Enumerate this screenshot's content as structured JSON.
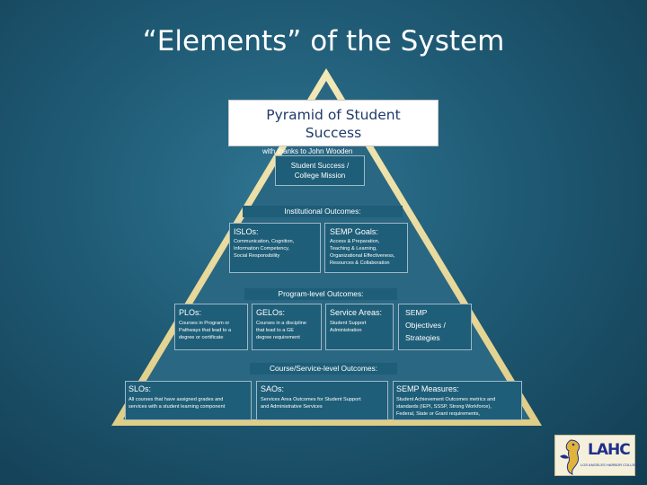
{
  "slide_title": "“Elements” of the System",
  "title_card": {
    "line1": "Pyramid of Student",
    "line2": "Success",
    "credit": "with thanks to John Wooden"
  },
  "apex": {
    "line1": "Student Success /",
    "line2": "College Mission"
  },
  "institutional": {
    "header": "Institutional Outcomes:",
    "islos": {
      "title": "ISLOs:",
      "lines": [
        "Communication, Cognition,",
        "Information Competency,",
        "Social Responsibility"
      ]
    },
    "semp_goals": {
      "title": "SEMP Goals:",
      "lines": [
        "Access & Preparation,",
        "Teaching & Learning,",
        "Organizational Effectiveness,",
        "Resources & Collaboration"
      ]
    }
  },
  "program": {
    "header": "Program-level Outcomes:",
    "plos": {
      "title": "PLOs:",
      "lines": [
        "Courses in Program or",
        "Pathways that lead to a",
        "degree or certificate"
      ]
    },
    "gelos": {
      "title": "GELOs:",
      "lines": [
        "Courses in a discipline",
        "that lead to a GE",
        "degree requirement"
      ]
    },
    "service_areas": {
      "title": "Service Areas:",
      "lines": [
        "Student Support",
        "Administration"
      ]
    },
    "semp_objectives": {
      "lines": [
        "SEMP",
        "Objectives /",
        "Strategies"
      ]
    }
  },
  "course": {
    "header": "Course/Service-level Outcomes:",
    "slos": {
      "title": "SLOs:",
      "lines": [
        "All courses that have assigned grades and",
        "services with a student learning component"
      ]
    },
    "saos": {
      "title": "SAOs:",
      "lines": [
        "Services Area Outcomes for Student Support",
        "and Administrative Services"
      ]
    },
    "semp_measures": {
      "title": "SEMP Measures:",
      "lines": [
        "Student Achievement Outcomes metrics and",
        "standards (IEPI, SSSP, Strong Workforce),",
        "Federal, State or Grant requirements,"
      ]
    }
  },
  "logo": {
    "letters": "LAHC",
    "subtext": "LOS ANGELES HARBOR COLLEGE"
  }
}
